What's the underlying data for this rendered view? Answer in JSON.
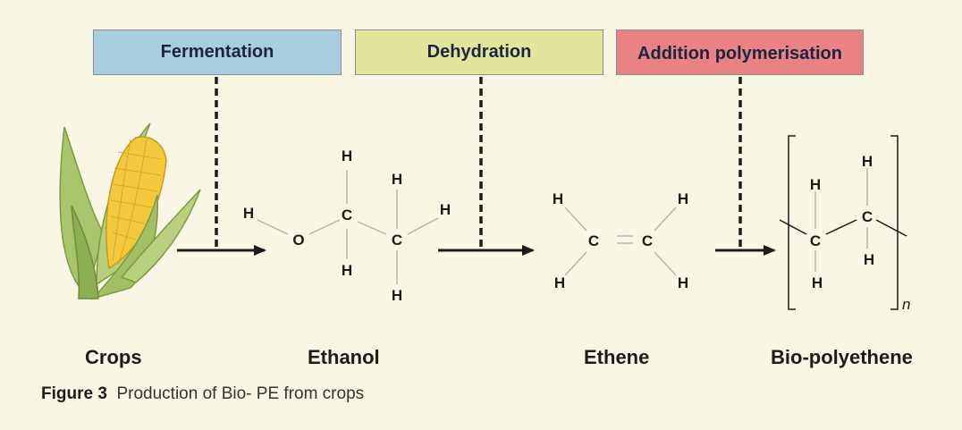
{
  "processes": {
    "fermentation": "Fermentation",
    "dehydration": "Dehydration",
    "polymerisation": "Addition polymerisation"
  },
  "colors": {
    "fermentation": "#a7cde0",
    "dehydration": "#e2e69c",
    "polymerisation": "#e98282"
  },
  "labels": {
    "crops": "Crops",
    "ethanol": "Ethanol",
    "ethene": "Ethene",
    "biope": "Bio-polyethene"
  },
  "atoms": {
    "h": "H",
    "c": "C",
    "o": "O",
    "n": "n"
  },
  "caption": {
    "number": "Figure 3",
    "text": "Production of Bio- PE from crops"
  },
  "icons": {
    "crop": "corn-cob-icon"
  }
}
